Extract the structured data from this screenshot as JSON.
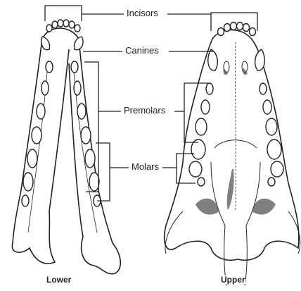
{
  "labels": {
    "incisors": "Incisors",
    "canines": "Canines",
    "premolars": "Premolars",
    "molars": "Molars"
  },
  "captions": {
    "lower": "Lower",
    "upper": "Upper"
  },
  "colors": {
    "line": "#222222",
    "tooth_fill": "#ffffff",
    "shade": "#555555"
  }
}
